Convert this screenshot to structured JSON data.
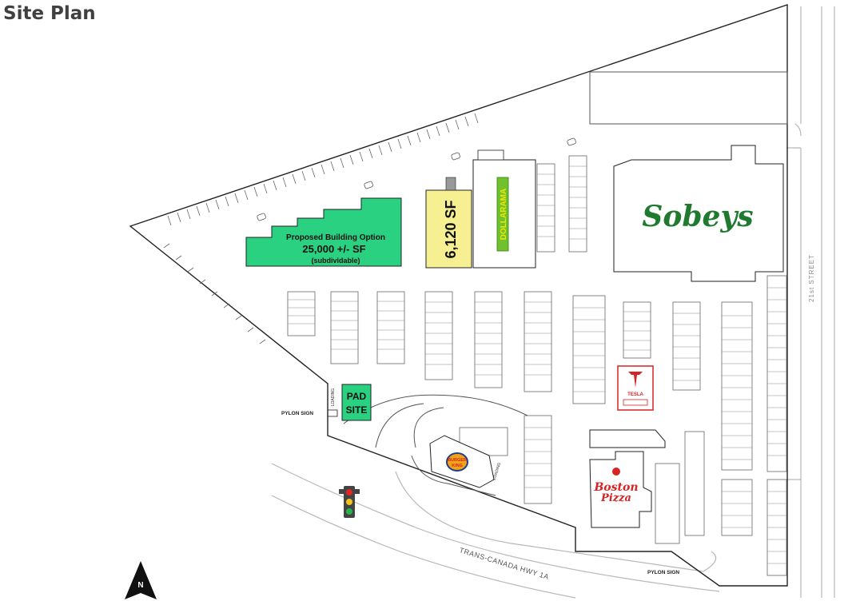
{
  "page": {
    "title": "Site Plan"
  },
  "buildings": {
    "proposed": {
      "line1": "Proposed Building Option",
      "line2": "25,000 +/- SF",
      "line3": "(subdividable)",
      "fill": "#2ad180"
    },
    "retail_unit": {
      "label": "6,120 SF",
      "fill": "#f6f092"
    },
    "dollarama": {
      "label": "DOLLARAMA",
      "fill": "#6fc22e"
    },
    "sobeys": {
      "label": "Sobeys",
      "color": "#1f7a2f"
    },
    "pad_site": {
      "line1": "PAD",
      "line2": "SITE",
      "fill": "#2ad180"
    },
    "burger_king": {
      "line1": "BURGER",
      "line2": "KING"
    },
    "boston_pizza": {
      "line1": "Boston",
      "line2": "Pizza",
      "color": "#d62323"
    },
    "tesla": {
      "label": "TESLA",
      "color": "#d62323"
    }
  },
  "labels": {
    "pylon_sign_west": "PYLON SIGN",
    "pylon_sign_south": "PYLON SIGN",
    "street": "21st STREET",
    "highway": "TRANS-CANADA HWY 1A",
    "loading_pad": "LOADING",
    "loading_bk": "LOADING"
  },
  "compass": {
    "label": "N"
  },
  "icons": {
    "traffic_light": "traffic-light-icon",
    "north_arrow": "north-arrow-icon"
  }
}
